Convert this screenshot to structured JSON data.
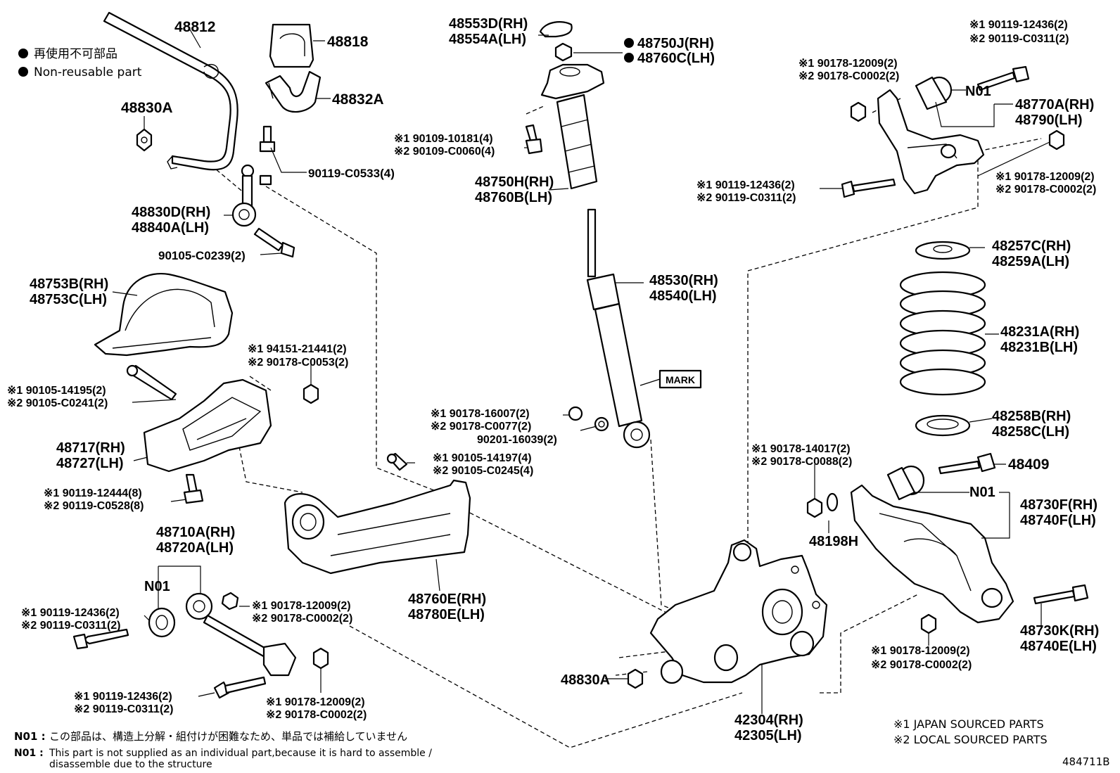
{
  "legend": {
    "ja": "再使用不可部品",
    "en": "Non-reusable part"
  },
  "labels": {
    "p48812": "48812",
    "p48818": "48818",
    "p48832a": "48832A",
    "p48830a_top": "48830A",
    "p90119c0533": "90119-C0533(4)",
    "p48830d": "48830D(RH)",
    "p48840a": "48840A(LH)",
    "p90105c0239": "90105-C0239(2)",
    "p48753b": "48753B(RH)",
    "p48753c": "48753C(LH)",
    "p94151_1": "※1 94151-21441(2)",
    "p94151_2": "※2 90178-C0053(2)",
    "p90105_14195_1": "※1 90105-14195(2)",
    "p90105_14195_2": "※2 90105-C0241(2)",
    "p48717": "48717(RH)",
    "p48727": "48727(LH)",
    "p90119_12444_1": "※1 90119-12444(8)",
    "p90119_12444_2": "※2 90119-C0528(8)",
    "p48710a": "48710A(RH)",
    "p48720a": "48720A(LH)",
    "n01_left": "N01",
    "p_l1": "※1 90119-12436(2)",
    "p_l2": "※2 90119-C0311(2)",
    "p_c1": "※1 90178-12009(2)",
    "p_c2": "※2 90178-C0002(2)",
    "p_b1": "※1 90119-12436(2)",
    "p_b2": "※2 90119-C0311(2)",
    "p_bb1": "※1 90178-12009(2)",
    "p_bb2": "※2 90178-C0002(2)",
    "p48553d": "48553D(RH)",
    "p48554a": "48554A(LH)",
    "p48750j": "48750J(RH)",
    "p48760c": "48760C(LH)",
    "p90109_1": "※1 90109-10181(4)",
    "p90109_2": "※2 90109-C0060(4)",
    "p48750h": "48750H(RH)",
    "p48760b": "48760B(LH)",
    "p48530": "48530(RH)",
    "p48540": "48540(LH)",
    "mark": "MARK",
    "p90178_16007_1": "※1 90178-16007(2)",
    "p90178_16007_2": "※2 90178-C0077(2)",
    "p90201": "90201-16039(2)",
    "p90105_14197_1": "※1 90105-14197(4)",
    "p90105_14197_2": "※2 90105-C0245(4)",
    "p48760e": "48760E(RH)",
    "p48780e": "48780E(LH)",
    "p48830a_bottom": "48830A",
    "p42304": "42304(RH)",
    "p42305": "42305(LH)",
    "p_tr1": "※1 90119-12436(2)",
    "p_tr2": "※2 90119-C0311(2)",
    "p_tr3": "※1 90178-12009(2)",
    "p_tr4": "※2 90178-C0002(2)",
    "n01_top": "N01",
    "p48770a": "48770A(RH)",
    "p48790": "48790(LH)",
    "p_tm1": "※1 90119-12436(2)",
    "p_tm2": "※2 90119-C0311(2)",
    "p_tm3": "※1 90178-12009(2)",
    "p_tm4": "※2 90178-C0002(2)",
    "p48257c": "48257C(RH)",
    "p48259a": "48259A(LH)",
    "p48231a": "48231A(RH)",
    "p48231b": "48231B(LH)",
    "p48258b": "48258B(RH)",
    "p48258c": "48258C(LH)",
    "p90178_14017_1": "※1 90178-14017(2)",
    "p90178_14017_2": "※2 90178-C0088(2)",
    "p48409": "48409",
    "n01_right": "N01",
    "p48198h": "48198H",
    "p48730f": "48730F(RH)",
    "p48740f": "48740F(LH)",
    "p48730k": "48730K(RH)",
    "p48740e": "48740E(LH)",
    "p_br1": "※1 90178-12009(2)",
    "p_br2": "※2 90178-C0002(2)"
  },
  "footer": {
    "n01_ja_tag": "N01 :",
    "n01_ja": "この部品は、構造上分解・組付けが困難なため、単品では補給していません",
    "n01_en_tag": "N01 :",
    "n01_en_line1": "This part is not supplied as an individual part,because it is hard to assemble /",
    "n01_en_line2": "disassemble due to the structure",
    "src1": "※1 JAPAN SOURCED PARTS",
    "src2": "※2 LOCAL SOURCED PARTS",
    "figure_id": "484711B"
  },
  "colors": {
    "ink": "#000000",
    "paper": "#ffffff"
  }
}
